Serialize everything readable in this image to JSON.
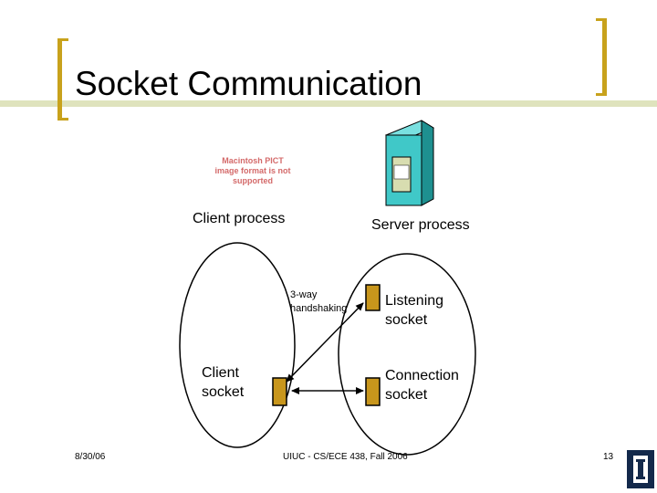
{
  "slide": {
    "title": "Socket Communication",
    "pict_placeholder": "Macintosh PICT image format is not supported",
    "client_process_label": "Client process",
    "server_process_label": "Server process",
    "handshake_label": "3-way handshaking",
    "listening_socket_label": "Listening socket",
    "connection_socket_label": "Connection socket",
    "client_socket_label": "Client socket"
  },
  "footer": {
    "date": "8/30/06",
    "course": "UIUC - CS/ECE 438, Fall 2006",
    "page_number": "13"
  },
  "colors": {
    "bracket": "#c8a21c",
    "title_band": "#dfe3bd",
    "socket_fill": "#c8961c",
    "server_front": "#40c8c8",
    "server_side": "#1e9090",
    "server_top": "#7ae0e0",
    "pict_text": "#d46a6a",
    "logo_bg": "#13294b"
  },
  "icons": [
    "server-computer-icon",
    "university-logo-icon"
  ]
}
